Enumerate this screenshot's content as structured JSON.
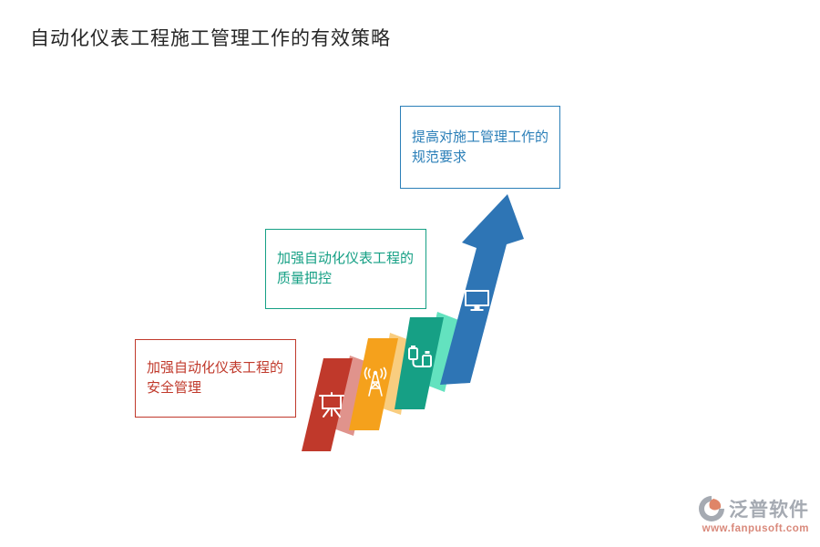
{
  "title": "自动化仪表工程施工管理工作的有效策略",
  "callouts": [
    {
      "text": "加强自动化仪表工程的安全管理",
      "color": "#c0392b"
    },
    {
      "text": "加强自动化仪表工程的质量把控",
      "color": "#16a085"
    },
    {
      "text": "提高对施工管理工作的规范要求",
      "color": "#2b7fb8"
    }
  ],
  "ribbon": {
    "bands": [
      {
        "icon": "presentation-board-icon",
        "color": "#c0392b",
        "fold_color": "#e0938c"
      },
      {
        "icon": "antenna-tower-icon",
        "color": "#f5a11c",
        "fold_color": "#f9cd7f"
      },
      {
        "icon": "usb-cable-icon",
        "color": "#16a085",
        "fold_color": "#63e2bf"
      },
      {
        "icon": "monitor-icon",
        "color": "#2e75b5"
      }
    ]
  },
  "logo": {
    "name": "泛普软件",
    "website": "www.fanpusoft.com"
  },
  "colors": {
    "title_color": "#262626",
    "red": "#c0392b",
    "red_fold": "#e0938c",
    "orange": "#f5a11c",
    "orange_fold": "#f9cd7f",
    "teal": "#16a085",
    "teal_fold": "#63e2bf",
    "blue": "#2e75b5",
    "box_blue": "#2b7fb8",
    "logo_gray": "#a5aab2",
    "logo_salmon": "#d9897b",
    "logo_orange": "#df8568"
  }
}
